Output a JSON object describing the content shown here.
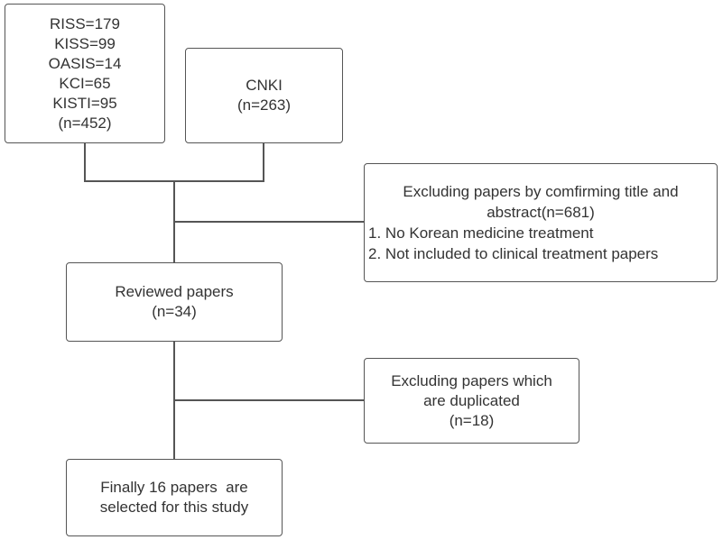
{
  "sources_box": {
    "lines": [
      "RISS=179",
      "KISS=99",
      "OASIS=14",
      "KCI=65",
      "KISTI=95",
      "(n=452)"
    ]
  },
  "cnki_box": {
    "lines": [
      "CNKI",
      "(n=263)"
    ]
  },
  "exclude_box_1": {
    "title": "Excluding papers by comfirming title and abstract(n=681)",
    "items": [
      {
        "number": "1.",
        "text": "No Korean medicine treatment"
      },
      {
        "number": "2.",
        "text": "Not included to clinical treatment papers"
      }
    ]
  },
  "reviewed_box": {
    "lines": [
      "Reviewed papers",
      "(n=34)"
    ]
  },
  "exclude_box_2": {
    "lines": [
      "Excluding papers which",
      "are duplicated",
      "(n=18)"
    ]
  },
  "final_box": {
    "lines": [
      "Finally 16 papers  are",
      "selected for this study"
    ]
  }
}
